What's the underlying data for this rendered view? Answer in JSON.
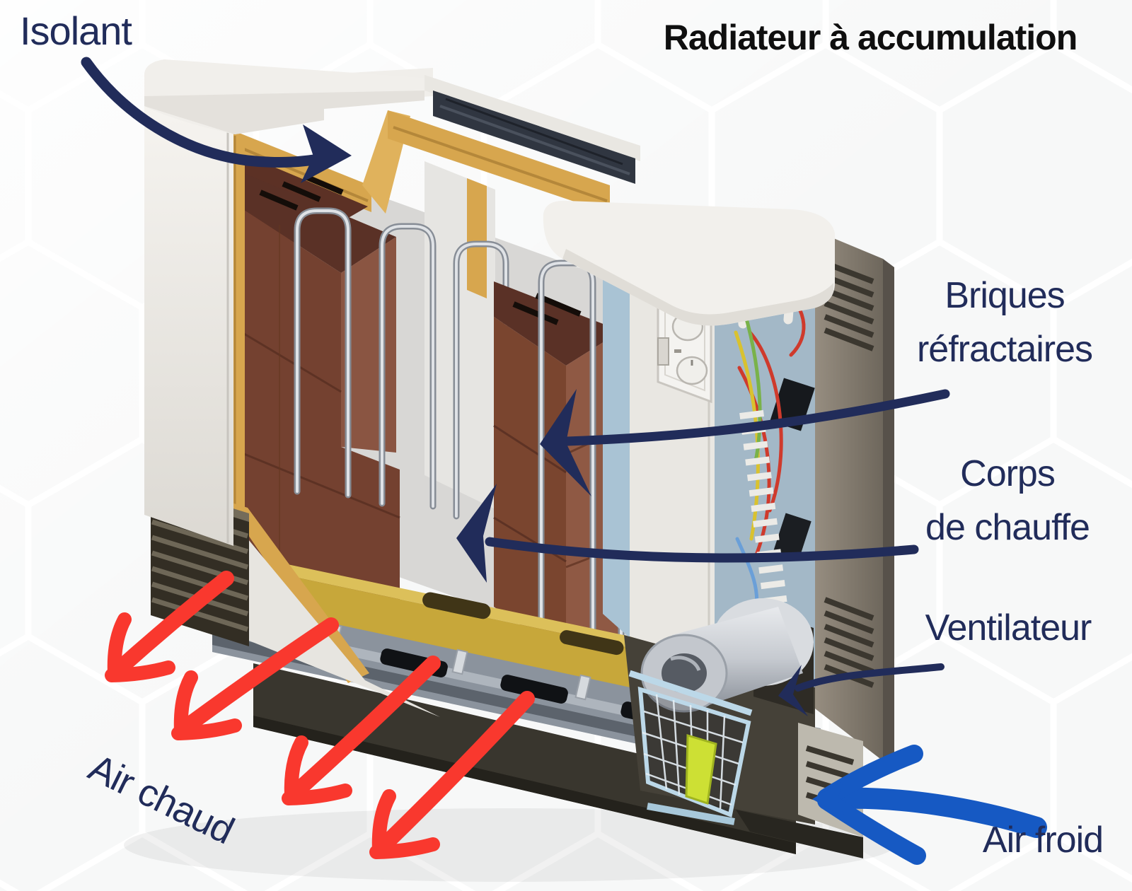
{
  "title": "Radiateur à accumulation",
  "labels": {
    "isolant": "Isolant",
    "briques_1": "Briques",
    "briques_2": "réfractaires",
    "corps_1": "Corps",
    "corps_2": "de chauffe",
    "ventilateur": "Ventilateur",
    "air_chaud": "Air chaud",
    "air_froid": "Air froid"
  },
  "colors": {
    "label_navy": "#212c5a",
    "annotation_arrow_navy": "#212c5a",
    "hot_air_arrow_red": "#f9382e",
    "cold_air_arrow_blue": "#1659c3",
    "title_black": "#0f0f0f",
    "casing_white": "#efede8",
    "insulation_yellow": "#d7a64e",
    "brick_brown": "#7a452f",
    "brick_brown_dark": "#5a3126",
    "base_brick_yellow": "#c7a73a",
    "heating_tube_metal": "#c6cad0",
    "side_panel_taupe": "#8f8679",
    "fan_guard_blue": "#bcd8e8",
    "fan_cone_green": "#cde034",
    "wire_colors": [
      "#cf3a2c",
      "#d9c22f",
      "#79b24a",
      "#6a9fd8"
    ]
  }
}
